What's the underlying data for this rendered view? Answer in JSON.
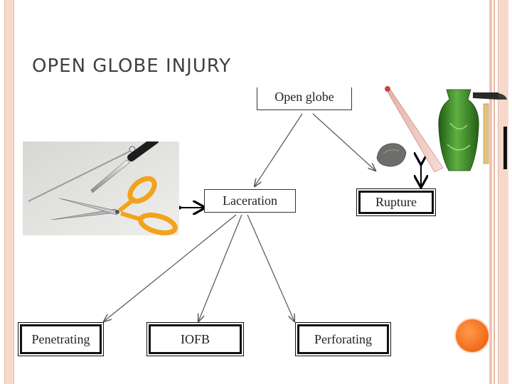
{
  "slide": {
    "title": "OPEN GLOBE INJURY"
  },
  "diagram": {
    "root": "Open globe",
    "level1": [
      "Laceration",
      "Rupture"
    ],
    "level2": [
      "Penetrating",
      "IOFB",
      "Perforating"
    ]
  },
  "colors": {
    "accent_bar": "#f6d9cc",
    "accent_dot": "#f06a1a",
    "vase_green": "#3f8f2b"
  },
  "icons": {
    "sharp_tools": "knife-scissors-wire-icon",
    "blunt_objects": "bat-rock-vase-hammer-icon"
  }
}
